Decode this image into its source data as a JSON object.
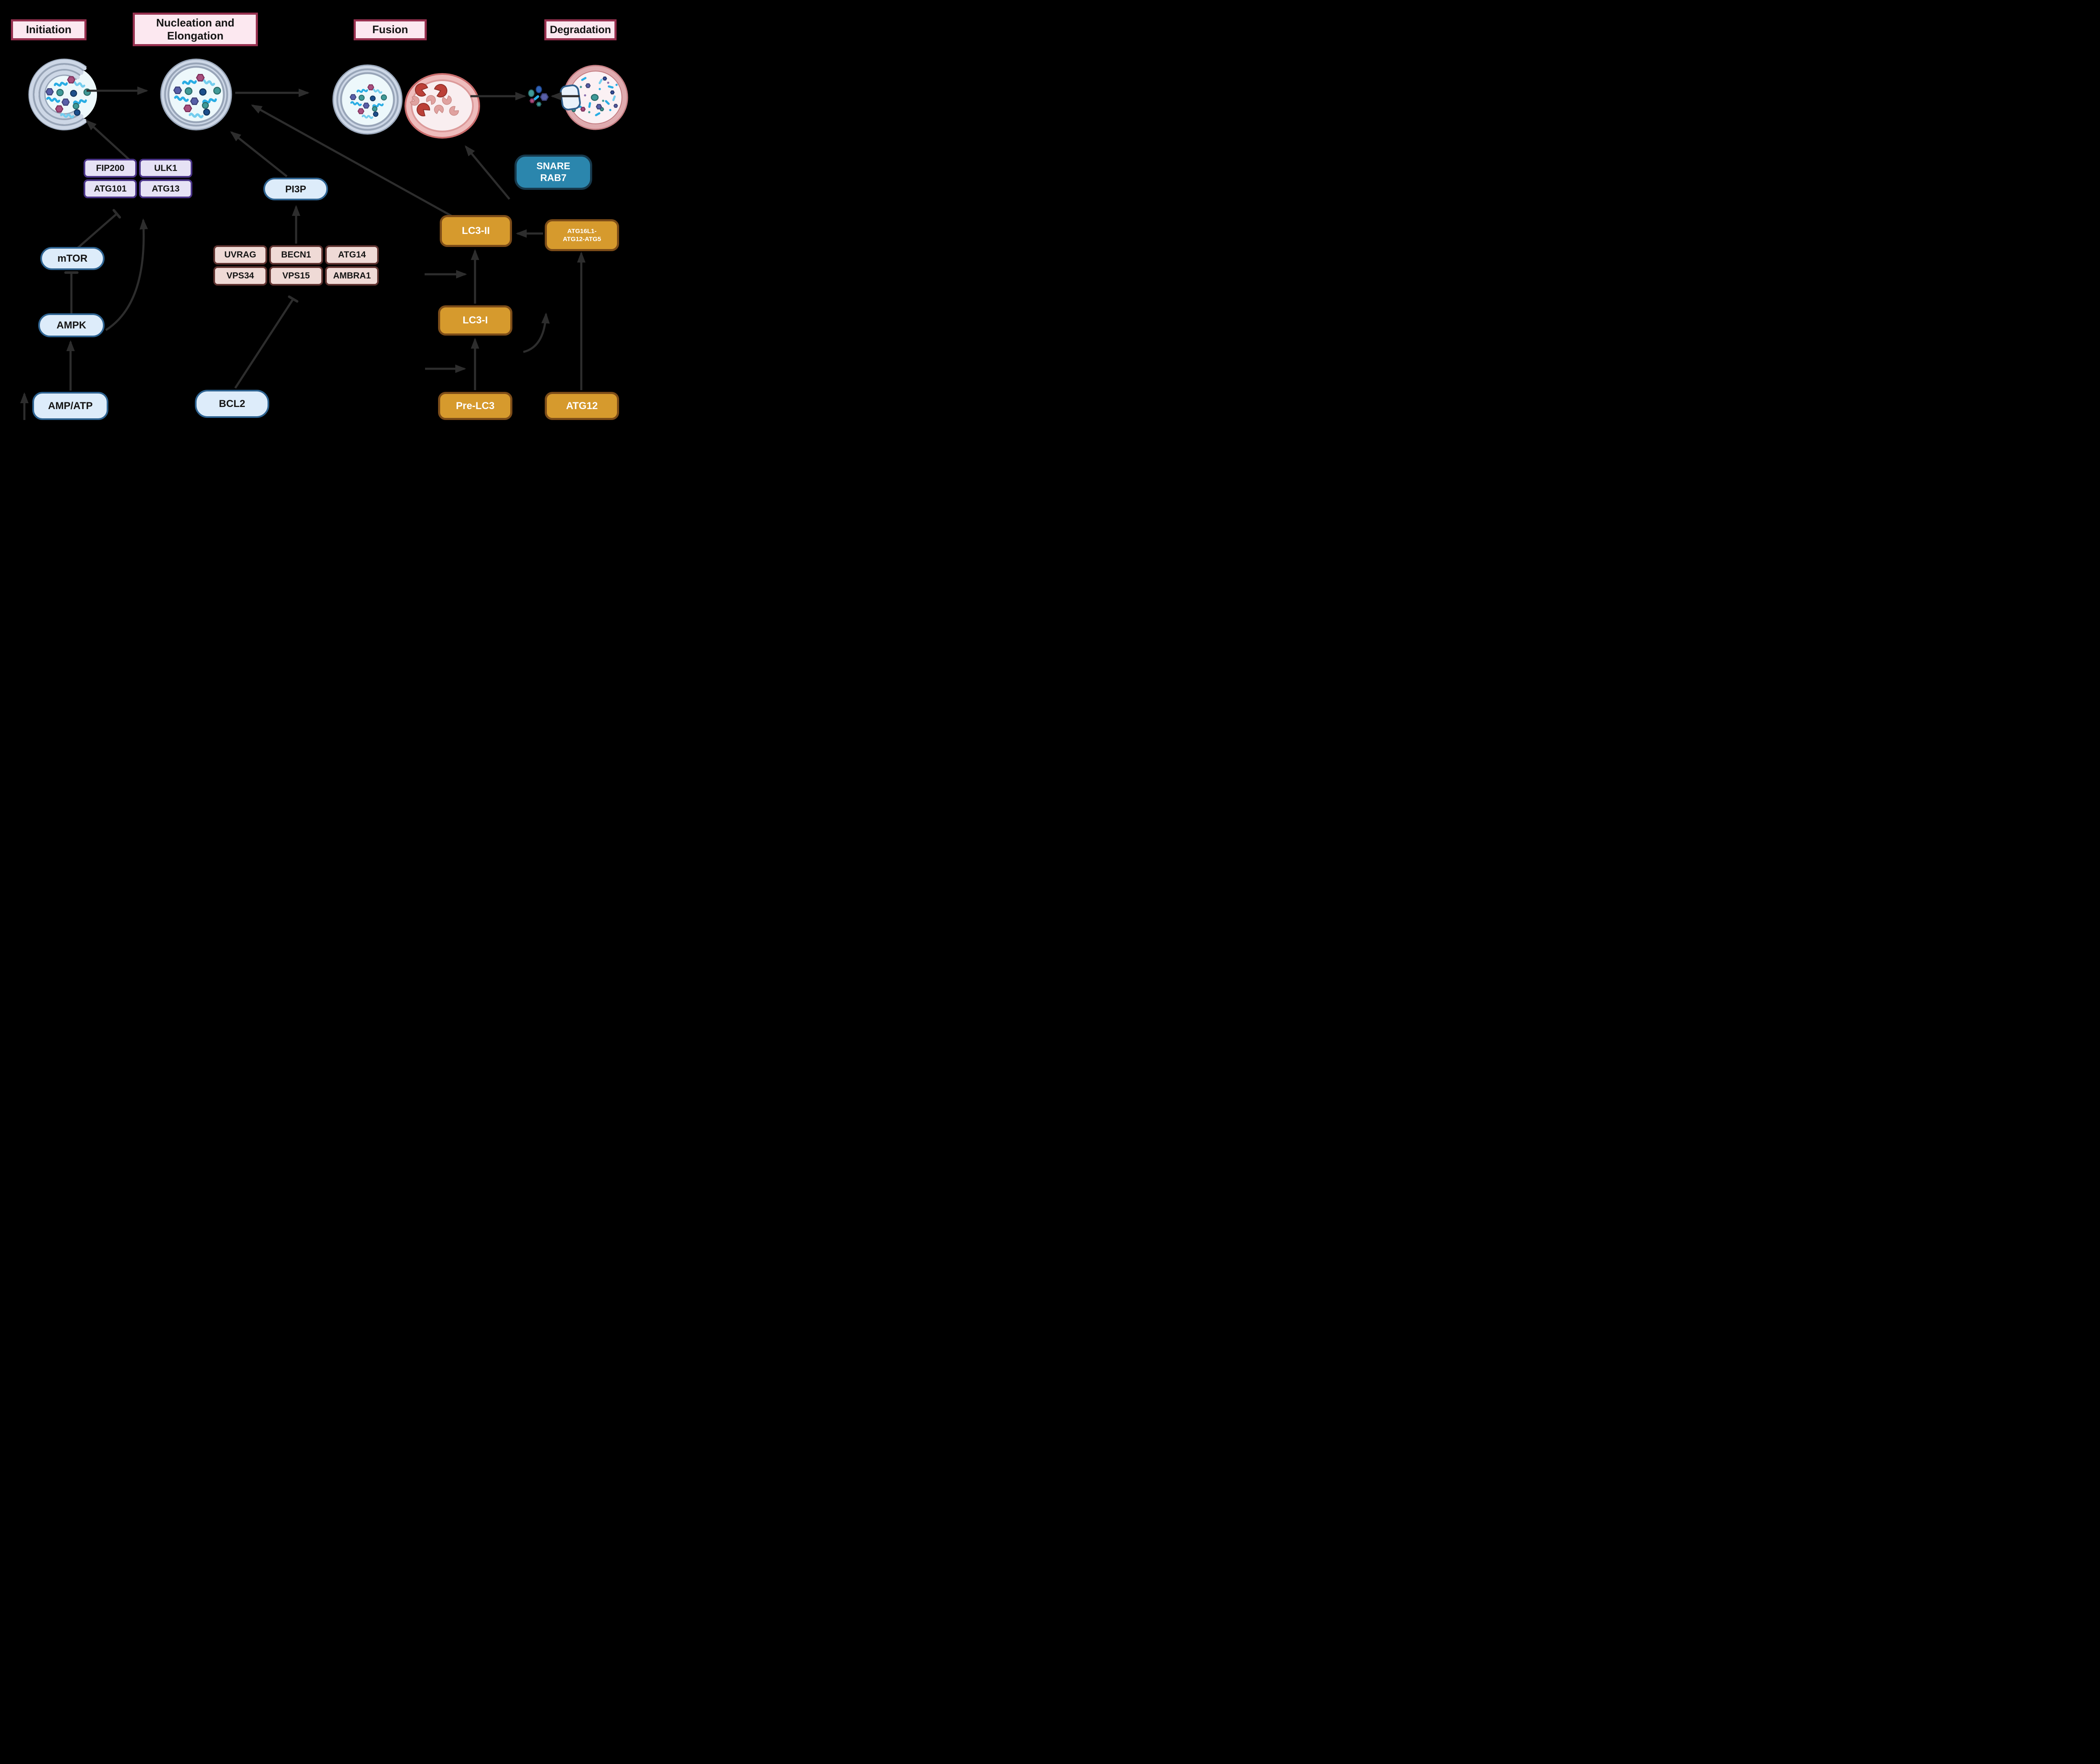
{
  "stages": {
    "initiation": "Initiation",
    "nucleation": "Nucleation and Elongation",
    "fusion": "Fusion",
    "degradation": "Degradation"
  },
  "initiation_complex": [
    "FIP200",
    "ULK1",
    "ATG101",
    "ATG13"
  ],
  "nucleation_complex": [
    "UVRAG",
    "BECN1",
    "ATG14",
    "VPS34",
    "VPS15",
    "AMBRA1"
  ],
  "molecules": {
    "pi3p": "PI3P",
    "mtor": "mTOR",
    "ampk": "AMPK",
    "amp_atp": "AMP/ATP",
    "bcl2": "BCL2",
    "snare_line1": "SNARE",
    "snare_line2": "RAB7",
    "lc3_2": "LC3-II",
    "lc3_1": "LC3-I",
    "pre_lc3": "Pre-LC3",
    "atg12": "ATG12",
    "atg16_line1": "ATG16L1-",
    "atg16_line2": "ATG12-ATG5"
  },
  "colors": {
    "stage_fill": "#fce8f0",
    "stage_border": "#97304f",
    "purple_fill": "#e6e2f5",
    "purple_border": "#4b3589",
    "pink_fill": "#efdad6",
    "pink_border": "#613431",
    "blue_fill": "#ddecfa",
    "blue_border": "#2e6391",
    "teal_fill": "#2b86ad",
    "teal_border": "#17394c",
    "gold_fill": "#d69a2d",
    "gold_border": "#7c4c18",
    "arrow": "#2d2d2d",
    "membrane_light": "#cdd7e6",
    "membrane_line": "#98a5b8",
    "vesicle_interior": "#edf8fb",
    "lysosome_outer": "#eebcbc",
    "lysosome_border": "#c96b6b",
    "lysosome_inner": "#f9eef0",
    "lysosome_inner_border": "#dc9a9a",
    "enzyme_dark": "#bc4038",
    "enzyme_light": "#e0a2a0",
    "autolysosome_fill": "#fbf1f4",
    "autolysosome_border": "#dfabaf",
    "autolysosome_edge": "#c67f84",
    "cargo_blue": "#29ade4",
    "cargo_lightblue": "#74cdee",
    "cargo_navy": "#1d4f8c",
    "cargo_teal": "#3f9a98",
    "cargo_purple": "#585fa8",
    "cargo_maroon": "#a84f7e",
    "transporter_fill": "#e9f2fb",
    "transporter_border": "#2e5e8c"
  }
}
